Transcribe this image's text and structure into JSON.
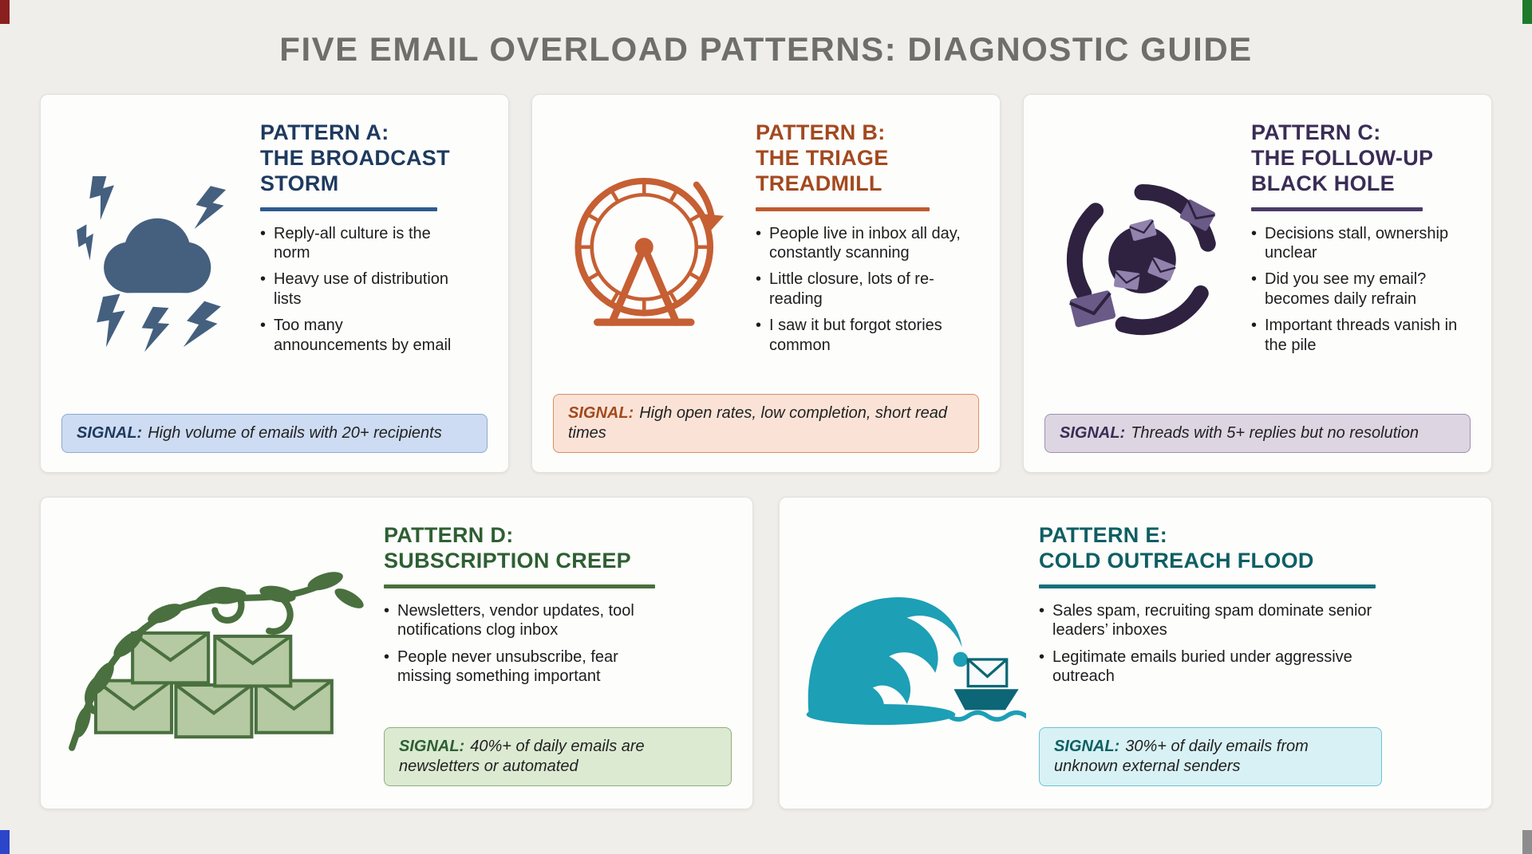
{
  "page": {
    "title": "FIVE EMAIL OVERLOAD PATTERNS: DIAGNOSTIC GUIDE",
    "background": "#f0eeea",
    "title_color": "#6e6f6c"
  },
  "corner_marks": [
    {
      "position": "top-left",
      "color": "#8a1f1f"
    },
    {
      "position": "top-right",
      "color": "#1e7a2a"
    },
    {
      "position": "bottom-left",
      "color": "#2b46c8"
    },
    {
      "position": "bottom-right",
      "color": "#8d8d8d"
    }
  ],
  "cards": [
    {
      "pattern": "A",
      "title": "PATTERN A:\nTHE BROADCAST\nSTORM",
      "icon": "storm-cloud-lightning",
      "bullets": [
        "Reply-all culture is the norm",
        "Heavy use of distribution lists",
        "Too many announcements by email"
      ],
      "signal_label": "SIGNAL:",
      "signal_text": "High volume of emails with 20+ recipients",
      "colors": {
        "title": "#1e3a5f",
        "accent": "#2e5a8f",
        "icon": "#44607e",
        "signal_bg": "#cddcf2",
        "signal_border": "#8fa9cf"
      }
    },
    {
      "pattern": "B",
      "title": "PATTERN B:\nTHE TRIAGE\nTREADMILL",
      "icon": "hamster-wheel",
      "bullets": [
        "People live in inbox all day, constantly scanning",
        "Little closure, lots of re-reading",
        "I saw it but forgot stories common"
      ],
      "signal_label": "SIGNAL:",
      "signal_text": "High open rates, low completion, short read times",
      "colors": {
        "title": "#a3491f",
        "accent": "#c05a2e",
        "icon": "#c65f33",
        "signal_bg": "#fae3d6",
        "signal_border": "#d98e63"
      }
    },
    {
      "pattern": "C",
      "title": "PATTERN C:\nTHE FOLLOW-UP\nBLACK HOLE",
      "icon": "black-hole-envelopes",
      "bullets": [
        "Decisions stall, ownership unclear",
        "Did you see my email? becomes daily refrain",
        "Important threads vanish in the pile"
      ],
      "signal_label": "SIGNAL:",
      "signal_text": "Threads with 5+ replies but no resolution",
      "colors": {
        "title": "#3a2d55",
        "accent": "#4a3b66",
        "icon": "#2e2240",
        "signal_bg": "#ddd6e2",
        "signal_border": "#9c8fae"
      }
    },
    {
      "pattern": "D",
      "title": "PATTERN D:\nSUBSCRIPTION CREEP",
      "icon": "vine-over-envelopes",
      "bullets": [
        "Newsletters, vendor updates, tool notifications clog inbox",
        "People never unsubscribe, fear missing something important"
      ],
      "signal_label": "SIGNAL:",
      "signal_text": "40%+ of daily emails are newsletters or automated",
      "colors": {
        "title": "#2e5f33",
        "accent": "#47703c",
        "icon": "#49703e",
        "signal_bg": "#dcead2",
        "signal_border": "#8fae7e"
      }
    },
    {
      "pattern": "E",
      "title": "PATTERN E:\nCOLD OUTREACH FLOOD",
      "icon": "wave-flood-boat",
      "bullets": [
        "Sales spam, recruiting spam dominate senior leaders’ inboxes",
        "Legitimate emails buried under aggressive outreach"
      ],
      "signal_label": "SIGNAL:",
      "signal_text": "30%+ of daily emails from unknown external senders",
      "colors": {
        "title": "#0e5f63",
        "accent": "#14707a",
        "icon": "#1d9fb5",
        "signal_bg": "#d8f1f4",
        "signal_border": "#6dc3cf"
      }
    }
  ]
}
